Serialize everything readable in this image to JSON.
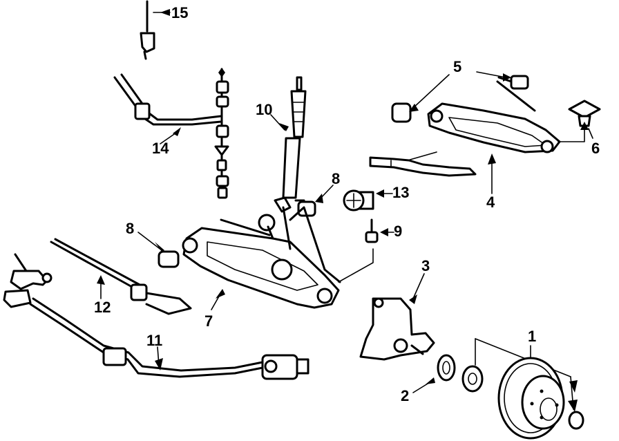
{
  "diagram": {
    "callouts": [
      {
        "id": "1",
        "text": "1"
      },
      {
        "id": "2",
        "text": "2"
      },
      {
        "id": "3",
        "text": "3"
      },
      {
        "id": "4",
        "text": "4"
      },
      {
        "id": "5",
        "text": "5"
      },
      {
        "id": "6",
        "text": "6"
      },
      {
        "id": "7",
        "text": "7"
      },
      {
        "id": "8a",
        "text": "8"
      },
      {
        "id": "8b",
        "text": "8"
      },
      {
        "id": "9",
        "text": "9"
      },
      {
        "id": "10",
        "text": "10"
      },
      {
        "id": "11",
        "text": "11"
      },
      {
        "id": "12",
        "text": "12"
      },
      {
        "id": "13",
        "text": "13"
      },
      {
        "id": "14",
        "text": "14"
      },
      {
        "id": "15",
        "text": "15"
      }
    ]
  }
}
